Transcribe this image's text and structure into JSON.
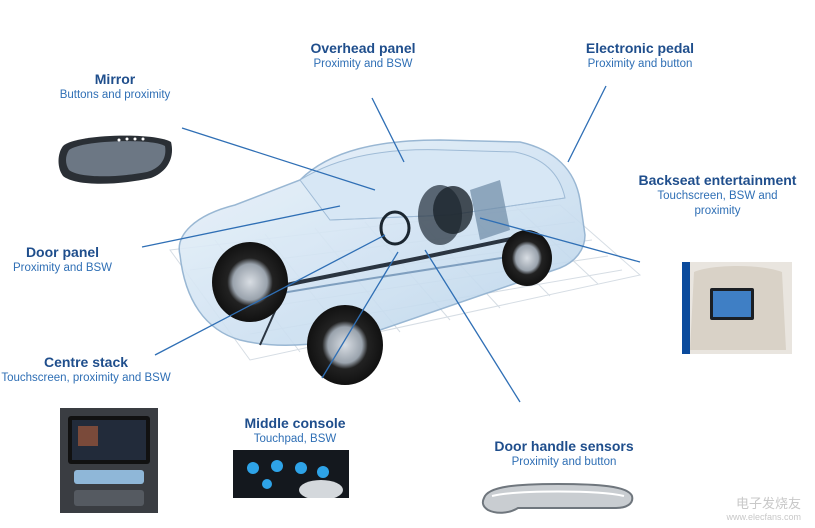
{
  "callouts": [
    {
      "id": "mirror",
      "title": "Mirror",
      "subtitle": "Buttons and proximity"
    },
    {
      "id": "overhead",
      "title": "Overhead panel",
      "subtitle": "Proximity and BSW"
    },
    {
      "id": "pedal",
      "title": "Electronic pedal",
      "subtitle": "Proximity and button"
    },
    {
      "id": "backseat",
      "title": "Backseat entertainment",
      "subtitle": "Touchscreen, BSW and proximity"
    },
    {
      "id": "door",
      "title": "Door panel",
      "subtitle": "Proximity and BSW"
    },
    {
      "id": "centre",
      "title": "Centre stack",
      "subtitle": "Touchscreen, proximity and BSW"
    },
    {
      "id": "console",
      "title": "Middle console",
      "subtitle": "Touchpad, BSW"
    },
    {
      "id": "handle",
      "title": "Door handle sensors",
      "subtitle": "Proximity and button"
    }
  ],
  "watermark": {
    "text": "电子发烧友",
    "url": "www.elecfans.com"
  },
  "colors": {
    "title": "#1f4e8c",
    "subtitle": "#2f6fb5",
    "leader": "#2f6fb5"
  }
}
